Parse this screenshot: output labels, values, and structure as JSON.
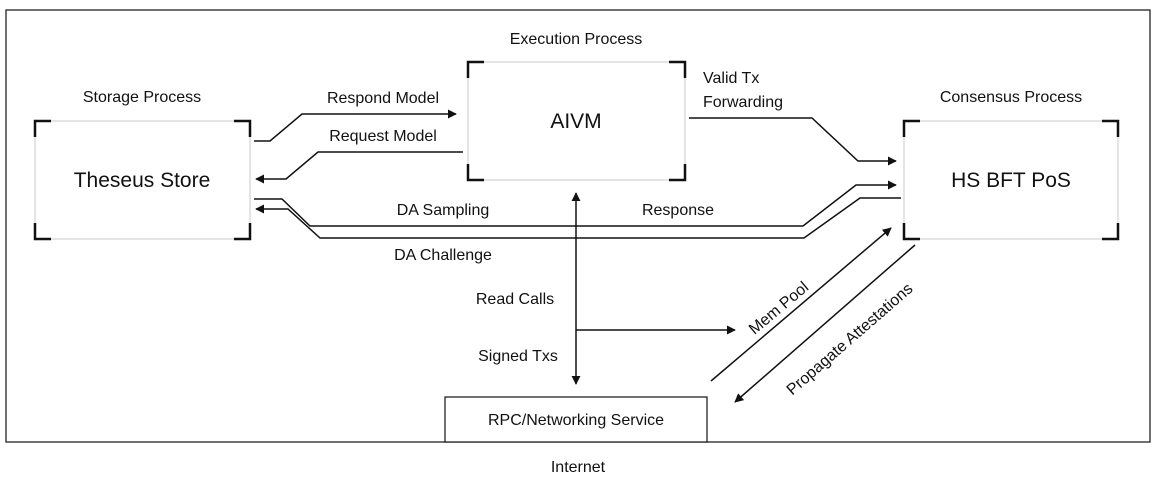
{
  "diagram": {
    "boxes": {
      "storage": {
        "title": "Storage Process",
        "label": "Theseus Store"
      },
      "execution": {
        "title": "Execution Process",
        "label": "AIVM"
      },
      "consensus": {
        "title": "Consensus Process",
        "label": "HS BFT PoS"
      },
      "rpc": {
        "label": "RPC/Networking Service"
      }
    },
    "edges": {
      "respond_model": "Respond Model",
      "request_model": "Request Model",
      "valid_tx_line1": "Valid Tx",
      "valid_tx_line2": "Forwarding",
      "da_sampling": "DA Sampling",
      "response": "Response",
      "da_challenge": "DA Challenge",
      "read_calls": "Read Calls",
      "signed_txs": "Signed Txs",
      "mem_pool": "Mem Pool",
      "propagate_attestations": "Propagate Attestations"
    },
    "footer": "Internet"
  }
}
